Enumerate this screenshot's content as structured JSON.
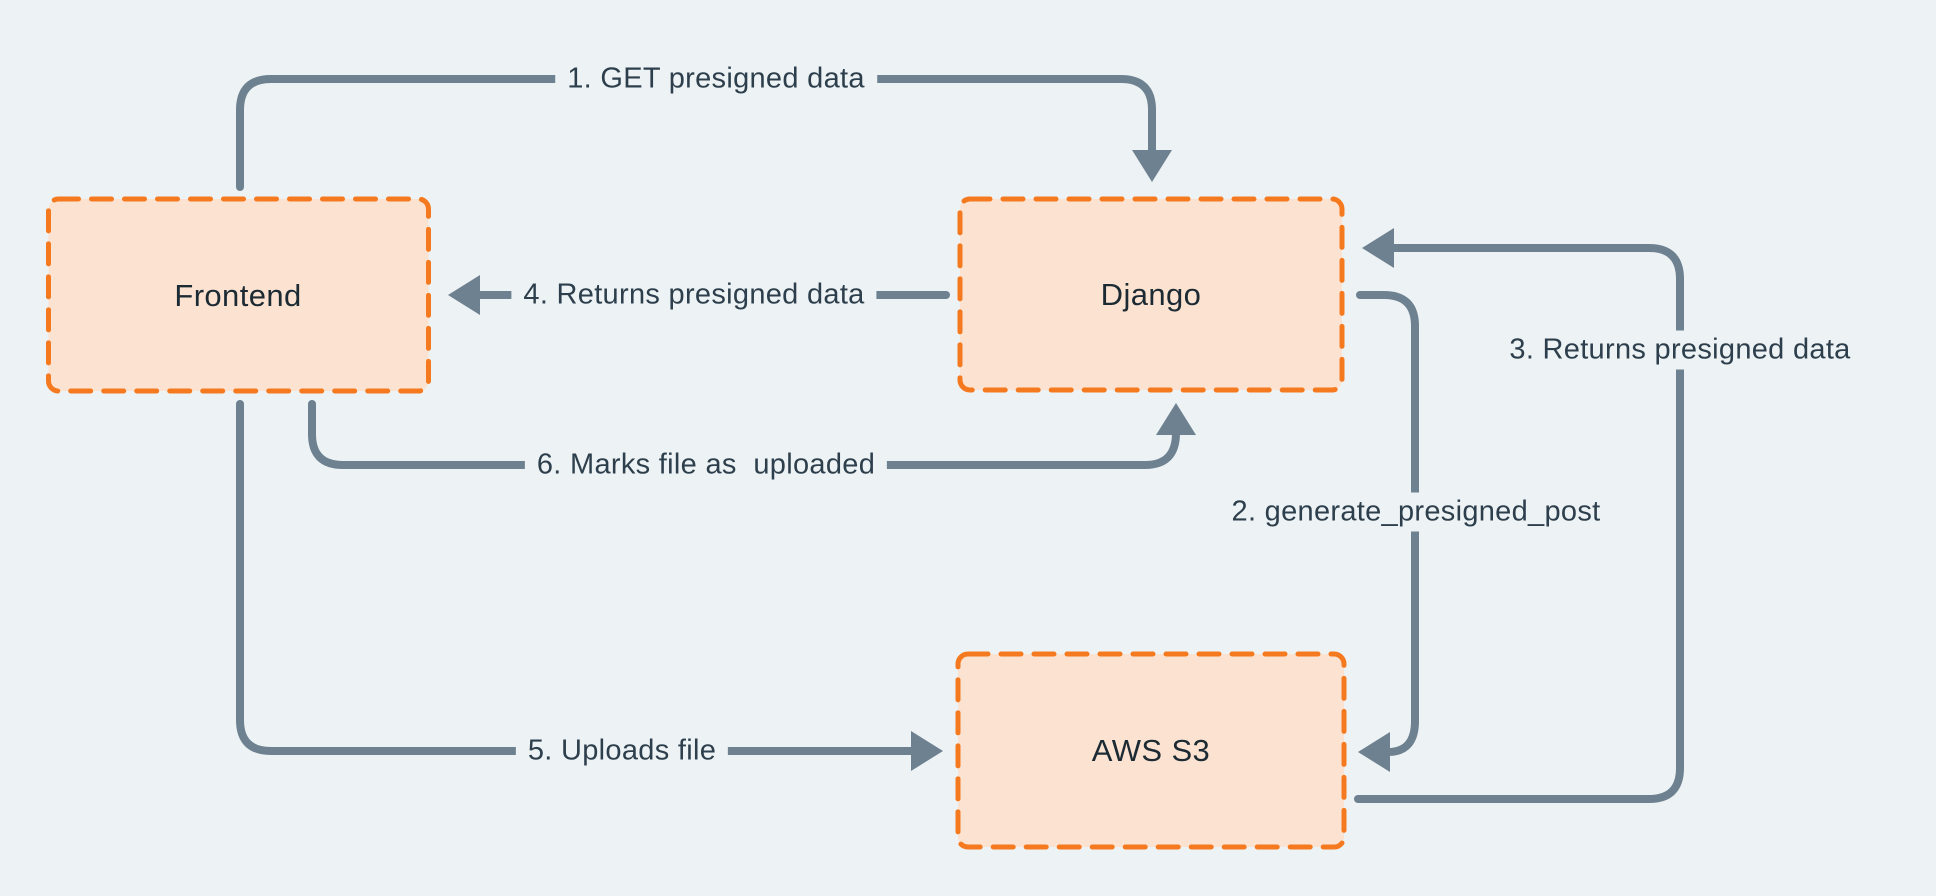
{
  "theme": {
    "bg": "#edf2f4",
    "box-fill": "#fce3d1",
    "box-border": "#f5791e",
    "line": "#6e8190",
    "edge-text": "#2d3f4c",
    "node-text": "#1b2a33"
  },
  "diagram": {
    "nodes": [
      {
        "id": "frontend",
        "label": "Frontend"
      },
      {
        "id": "django",
        "label": "Django"
      },
      {
        "id": "aws-s3",
        "label": "AWS S3"
      }
    ],
    "edges": [
      {
        "id": "edge-1",
        "label": "1. GET presigned data",
        "from": "Frontend",
        "to": "Django"
      },
      {
        "id": "edge-2",
        "label": "2. generate_presigned_post",
        "from": "Django",
        "to": "AWS S3"
      },
      {
        "id": "edge-3",
        "label": "3. Returns presigned data",
        "from": "AWS S3",
        "to": "Django"
      },
      {
        "id": "edge-4",
        "label": "4. Returns presigned data",
        "from": "Django",
        "to": "Frontend"
      },
      {
        "id": "edge-5",
        "label": "5. Uploads file",
        "from": "Frontend",
        "to": "AWS S3"
      },
      {
        "id": "edge-6",
        "label": "6. Marks file as  uploaded",
        "from": "Frontend",
        "to": "Django"
      }
    ]
  }
}
